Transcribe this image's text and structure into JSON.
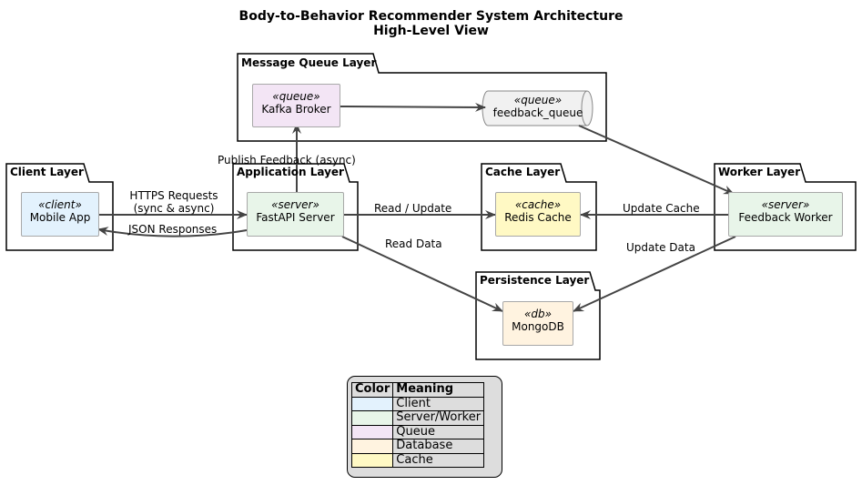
{
  "title": {
    "line1": "Body-to-Behavior Recommender System Architecture",
    "line2": "High-Level View"
  },
  "packages": {
    "mq": "Message Queue Layer",
    "client": "Client Layer",
    "app": "Application Layer",
    "cache": "Cache Layer",
    "worker": "Worker Layer",
    "persistence": "Persistence Layer"
  },
  "nodes": {
    "kafka": {
      "stereotype": "«queue»",
      "name": "Kafka Broker",
      "color": "#f3e5f5"
    },
    "feedback_queue": {
      "stereotype": "«queue»",
      "name": "feedback_queue",
      "color": "#f1f1f1"
    },
    "mobile": {
      "stereotype": "«client»",
      "name": "Mobile App",
      "color": "#e3f2fd"
    },
    "fastapi": {
      "stereotype": "«server»",
      "name": "FastAPI Server",
      "color": "#e8f5e9"
    },
    "redis": {
      "stereotype": "«cache»",
      "name": "Redis Cache",
      "color": "#fff9c4"
    },
    "worker": {
      "stereotype": "«server»",
      "name": "Feedback Worker",
      "color": "#e8f5e9"
    },
    "mongo": {
      "stereotype": "«db»",
      "name": "MongoDB",
      "color": "#fff3e0"
    }
  },
  "edges": {
    "https_line1": "HTTPS Requests",
    "https_line2": "(sync & async)",
    "json": "JSON Responses",
    "publish": "Publish Feedback (async)",
    "read_update": "Read / Update",
    "read_data": "Read Data",
    "update_cache": "Update Cache",
    "update_data": "Update Data"
  },
  "legend": {
    "header_color": "Color",
    "header_meaning": "Meaning",
    "rows": [
      {
        "color": "#e3f2fd",
        "meaning": "Client"
      },
      {
        "color": "#e8f5e9",
        "meaning": "Server/Worker"
      },
      {
        "color": "#f3e5f5",
        "meaning": "Queue"
      },
      {
        "color": "#fff3e0",
        "meaning": "Database"
      },
      {
        "color": "#fff9c4",
        "meaning": "Cache"
      }
    ]
  }
}
